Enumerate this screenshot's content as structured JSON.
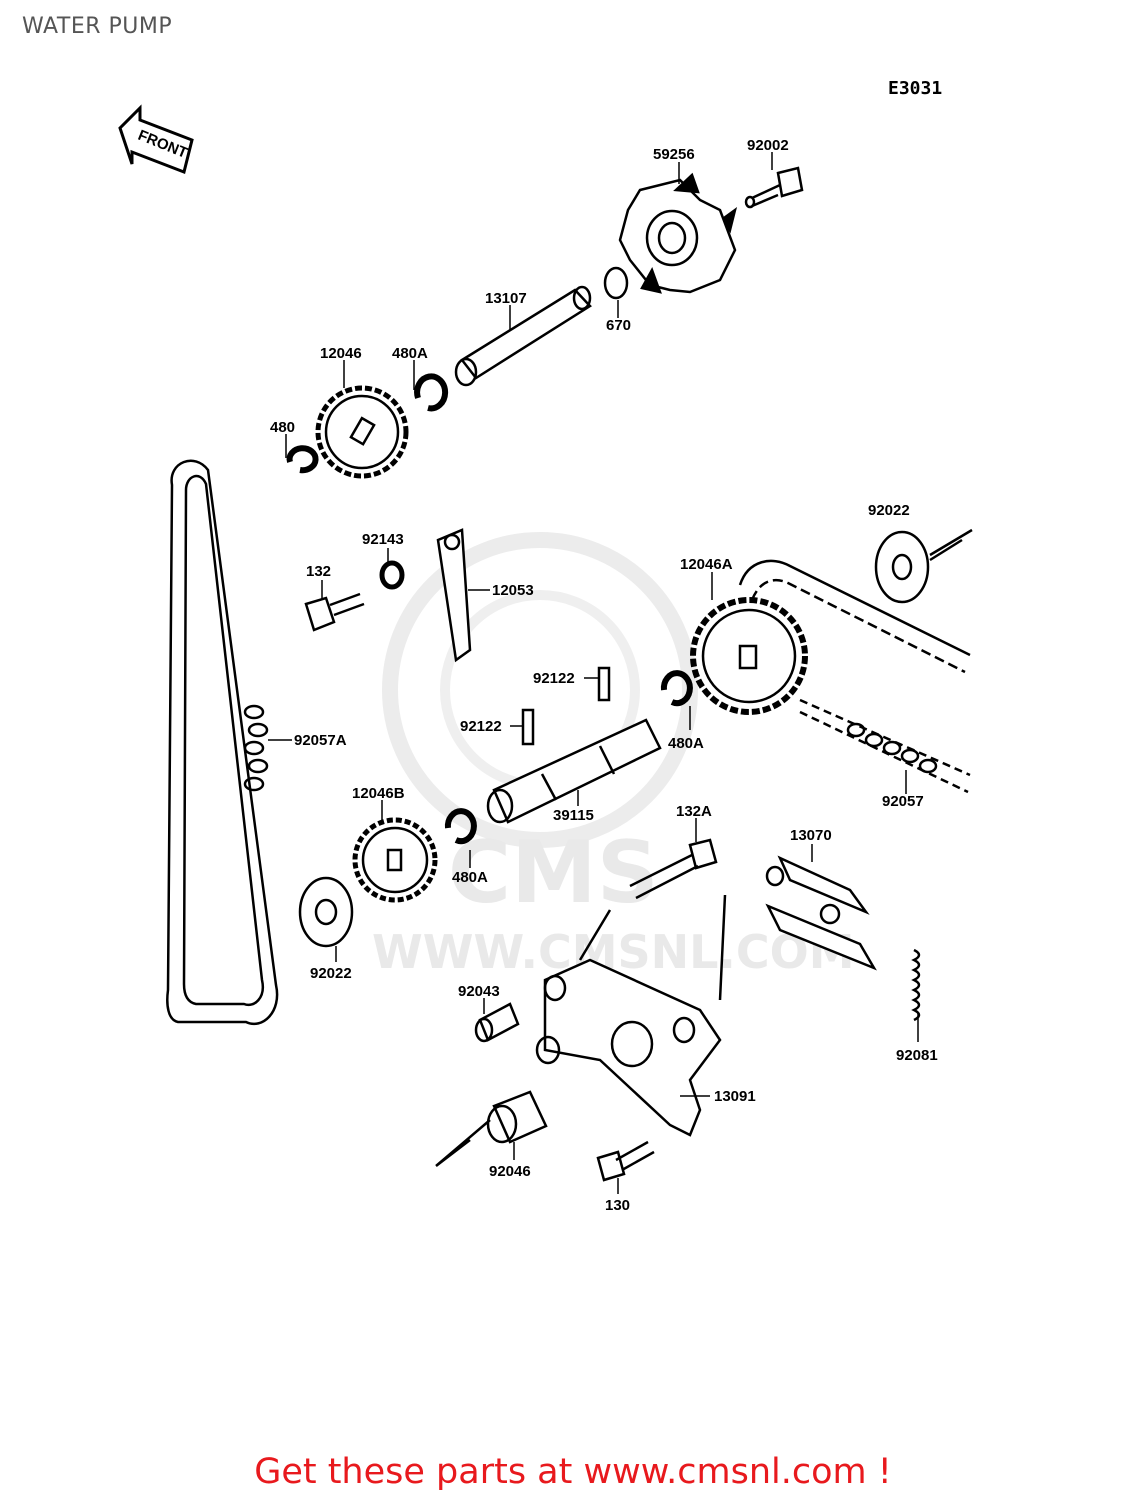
{
  "page": {
    "title": "WATER PUMP",
    "diagram_code": "E3031",
    "front_label": "FRONT",
    "footer": "Get these parts at www.cmsnl.com !",
    "watermark_brand": "CMS",
    "watermark_url": "WWW.CMSNL.COM"
  },
  "colors": {
    "footer_text": "#e8191d",
    "title_text": "#555555",
    "ink": "#000000",
    "watermark": "#e9e9e9"
  },
  "parts": [
    {
      "id": "p59256",
      "number": "59256",
      "name": "impeller"
    },
    {
      "id": "p92002",
      "number": "92002",
      "name": "bolt"
    },
    {
      "id": "p13107",
      "number": "13107",
      "name": "shaft"
    },
    {
      "id": "p670",
      "number": "670",
      "name": "o-ring"
    },
    {
      "id": "p12046",
      "number": "12046",
      "name": "sprocket"
    },
    {
      "id": "p480A1",
      "number": "480A",
      "name": "circlip"
    },
    {
      "id": "p480",
      "number": "480",
      "name": "circlip"
    },
    {
      "id": "p92143",
      "number": "92143",
      "name": "collar"
    },
    {
      "id": "p132",
      "number": "132",
      "name": "bolt"
    },
    {
      "id": "p12053",
      "number": "12053",
      "name": "guide"
    },
    {
      "id": "p92022a",
      "number": "92022",
      "name": "washer"
    },
    {
      "id": "p12046A",
      "number": "12046A",
      "name": "sprocket"
    },
    {
      "id": "p92122a",
      "number": "92122",
      "name": "pin"
    },
    {
      "id": "p92122b",
      "number": "92122",
      "name": "pin"
    },
    {
      "id": "p480A2",
      "number": "480A",
      "name": "circlip"
    },
    {
      "id": "p92057A",
      "number": "92057A",
      "name": "chain"
    },
    {
      "id": "p39115",
      "number": "39115",
      "name": "shaft"
    },
    {
      "id": "p92057",
      "number": "92057",
      "name": "chain"
    },
    {
      "id": "p12046B",
      "number": "12046B",
      "name": "sprocket"
    },
    {
      "id": "p132A",
      "number": "132A",
      "name": "bolt"
    },
    {
      "id": "p13070",
      "number": "13070",
      "name": "tensioner"
    },
    {
      "id": "p480A3",
      "number": "480A",
      "name": "circlip"
    },
    {
      "id": "p92022b",
      "number": "92022",
      "name": "washer"
    },
    {
      "id": "p92043",
      "number": "92043",
      "name": "collar"
    },
    {
      "id": "p92081",
      "number": "92081",
      "name": "spring"
    },
    {
      "id": "p13091",
      "number": "13091",
      "name": "arm"
    },
    {
      "id": "p92046",
      "number": "92046",
      "name": "bearing"
    },
    {
      "id": "p130",
      "number": "130",
      "name": "bolt"
    }
  ]
}
